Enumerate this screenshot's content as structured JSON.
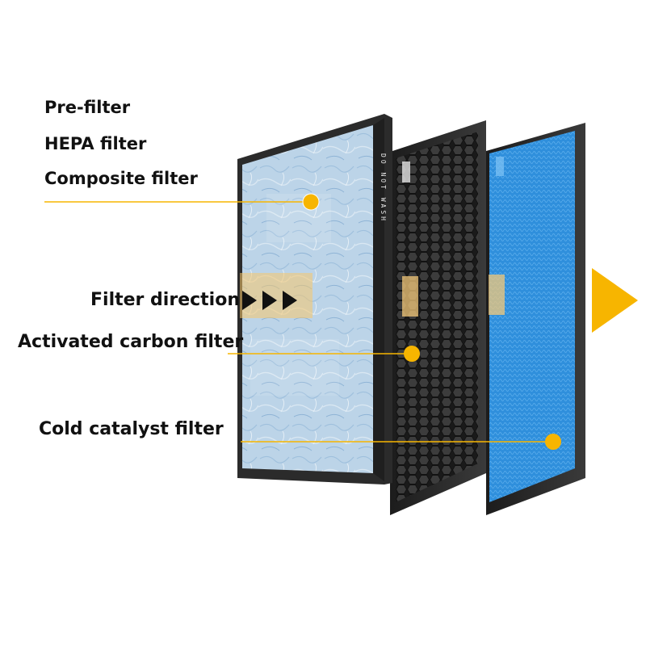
{
  "labels": {
    "pre_filter": "Pre-filter",
    "hepa_filter": "HEPA filter",
    "composite_filter": "Composite filter",
    "filter_direction": "Filter direction",
    "activated_carbon_filter": "Activated carbon filter",
    "cold_catalyst_filter": "Cold catalyst filter"
  },
  "frame_text": {
    "hepa_side": "DO NOT WASH"
  },
  "colors": {
    "accent": "#f7b500",
    "frame": "#262626",
    "hepa_panel": "#b8d2e6",
    "carbon_panel": "#2a2a2a",
    "catalyst_panel": "#2e8ad6"
  }
}
